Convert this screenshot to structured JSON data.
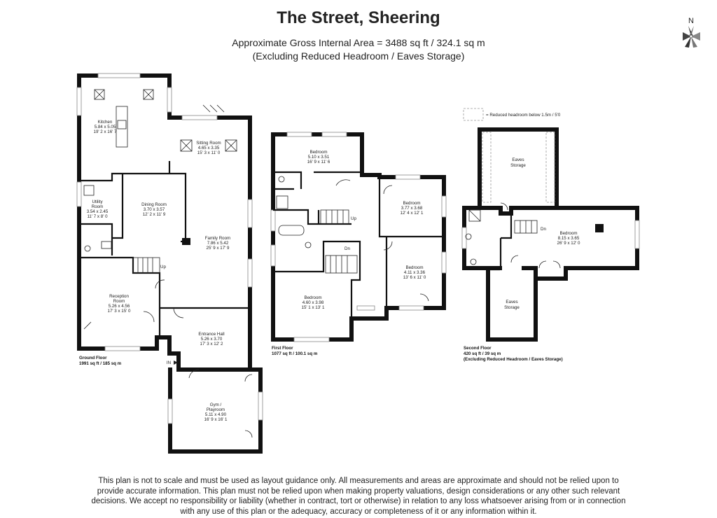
{
  "header": {
    "title": "The Street, Sheering",
    "area_line": "Approximate Gross Internal Area = 3488 sq ft / 324.1 sq m",
    "exclusion_line": "(Excluding Reduced Headroom / Eaves Storage)"
  },
  "compass": {
    "label": "N"
  },
  "legend": {
    "label": "= Reduced headroom below 1.5m / 5'0"
  },
  "floors": {
    "ground": {
      "name": "Ground Floor",
      "area": "1991 sq ft / 185 sq m"
    },
    "first": {
      "name": "First Floor",
      "area": "1077 sq ft / 100.1 sq m"
    },
    "second": {
      "name": "Second Floor",
      "area": "420 sq ft / 39 sq m",
      "note": "(Excluding Reduced Headroom / Eaves Storage)"
    }
  },
  "rooms": {
    "kitchen": {
      "name": "Kitchen",
      "metric": "5.84 x 5.05",
      "imperial": "19' 2 x 16' 7"
    },
    "sitting": {
      "name": "Sitting Room",
      "metric": "4.65 x 3.35",
      "imperial": "15' 3 x 11' 0"
    },
    "utility": {
      "name": "Utility",
      "name2": "Room",
      "metric": "3.54 x 2.45",
      "imperial": "11' 7 x 8' 0"
    },
    "dining": {
      "name": "Dining Room",
      "metric": "3.70 x 3.57",
      "imperial": "12' 2 x 11' 9"
    },
    "family": {
      "name": "Family Room",
      "metric": "7.86 x 5.42",
      "imperial": "25' 9 x 17' 9"
    },
    "reception": {
      "name": "Reception",
      "name2": "Room",
      "metric": "5.26 x 4.56",
      "imperial": "17' 3 x 15' 0"
    },
    "hall": {
      "name": "Entrance Hall",
      "metric": "5.26 x 3.70",
      "imperial": "17' 3 x 12' 2"
    },
    "gym": {
      "name": "Gym /",
      "name2": "Playroom",
      "metric": "5.11 x 4.90",
      "imperial": "16' 9 x 16' 1"
    },
    "bed1": {
      "name": "Bedroom",
      "metric": "5.10 x 3.51",
      "imperial": "16' 9 x 11' 6"
    },
    "bed2": {
      "name": "Bedroom",
      "metric": "3.77 x 3.68",
      "imperial": "12' 4 x 12' 1"
    },
    "bed3": {
      "name": "Bedroom",
      "metric": "4.11 x 3.36",
      "imperial": "13' 6 x 11' 0"
    },
    "bed4": {
      "name": "Bedroom",
      "metric": "4.60 x 3.98",
      "imperial": "15' 1 x 13' 1"
    },
    "bed5": {
      "name": "Bedroom",
      "metric": "8.15 x 3.65",
      "imperial": "26' 9 x 12' 0"
    },
    "eaves1": {
      "name": "Eaves",
      "name2": "Storage"
    },
    "eaves2": {
      "name": "Eaves",
      "name2": "Storage"
    }
  },
  "markers": {
    "up_ground": "Up",
    "up_first": "Up",
    "dn_first": "Dn",
    "dn_second": "Dn",
    "entrance": "IN"
  },
  "disclaimer": "This plan is not to scale and must be used as layout guidance only. All measurements and areas are approximate and should not be relied upon to provide accurate information. This plan must not be relied upon when making property valuations, design considerations or any other such relevant decisions. We accept no responsibility or liability (whether in contract, tort or otherwise) in relation to any loss whatsoever arising from or in connection with any use of this plan or the adequacy, accuracy or completeness of it or any information within it."
}
